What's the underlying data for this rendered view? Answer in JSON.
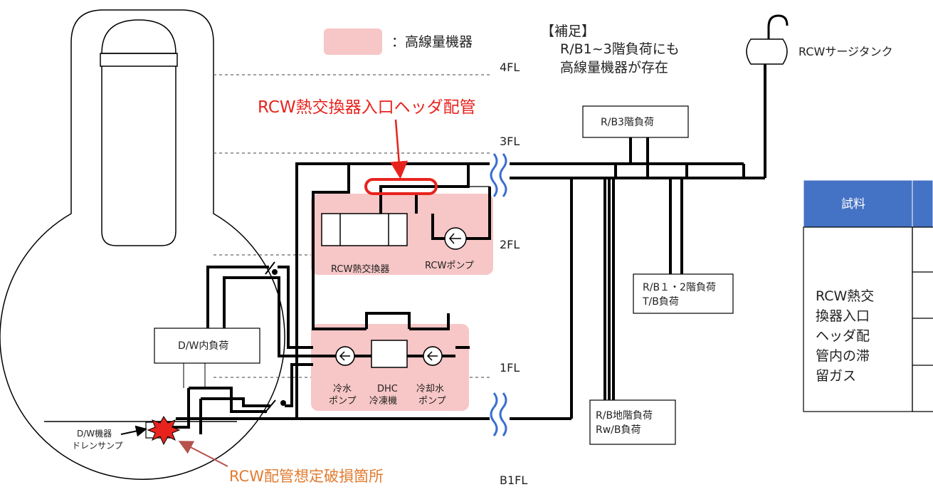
{
  "legend": {
    "label": "：高線量機器",
    "swatch_color": "#f7c6c6"
  },
  "floors": {
    "f4": "4FL",
    "f3": "3FL",
    "f2": "2FL",
    "f1": "1FL",
    "b1": "B1FL"
  },
  "note": {
    "title": "【補足】",
    "line1": "R/B1~3階負荷にも",
    "line2": "高線量機器が存在"
  },
  "surge_tank": "RCWサージタンク",
  "callouts": {
    "header_pipe": "RCW熱交換器入口ヘッダ配管",
    "damage": "RCW配管想定破損箇所"
  },
  "equipment": {
    "hx": "RCW熱交換器",
    "rcw_pump": "RCWポンプ",
    "chw_pump_1": "冷水",
    "chw_pump_2": "ポンプ",
    "dhc_1": "DHC",
    "dhc_2": "冷凍機",
    "cool_pump_1": "冷却水",
    "cool_pump_2": "ポンプ",
    "dw_load": "D/W内負荷",
    "dw_sump_1": "D/W機器",
    "dw_sump_2": "ドレンサンプ"
  },
  "loads": {
    "rb3": "R/B3階負荷",
    "rb12_1": "R/B１・2階負荷",
    "rb12_2": "T/B負荷",
    "rbb_1": "R/B地階負荷",
    "rbb_2": "Rw/B負荷"
  },
  "table": {
    "header_color": "#4472c4",
    "header": "試料",
    "sample_lines": [
      "RCW熱交",
      "換器入口",
      "ヘッダ配",
      "管内の滞",
      "留ガス"
    ]
  },
  "colors": {
    "red": "#e8231e",
    "orange": "#e27b2f",
    "pipe": "#000000",
    "break_arrow": "#b5524a"
  }
}
